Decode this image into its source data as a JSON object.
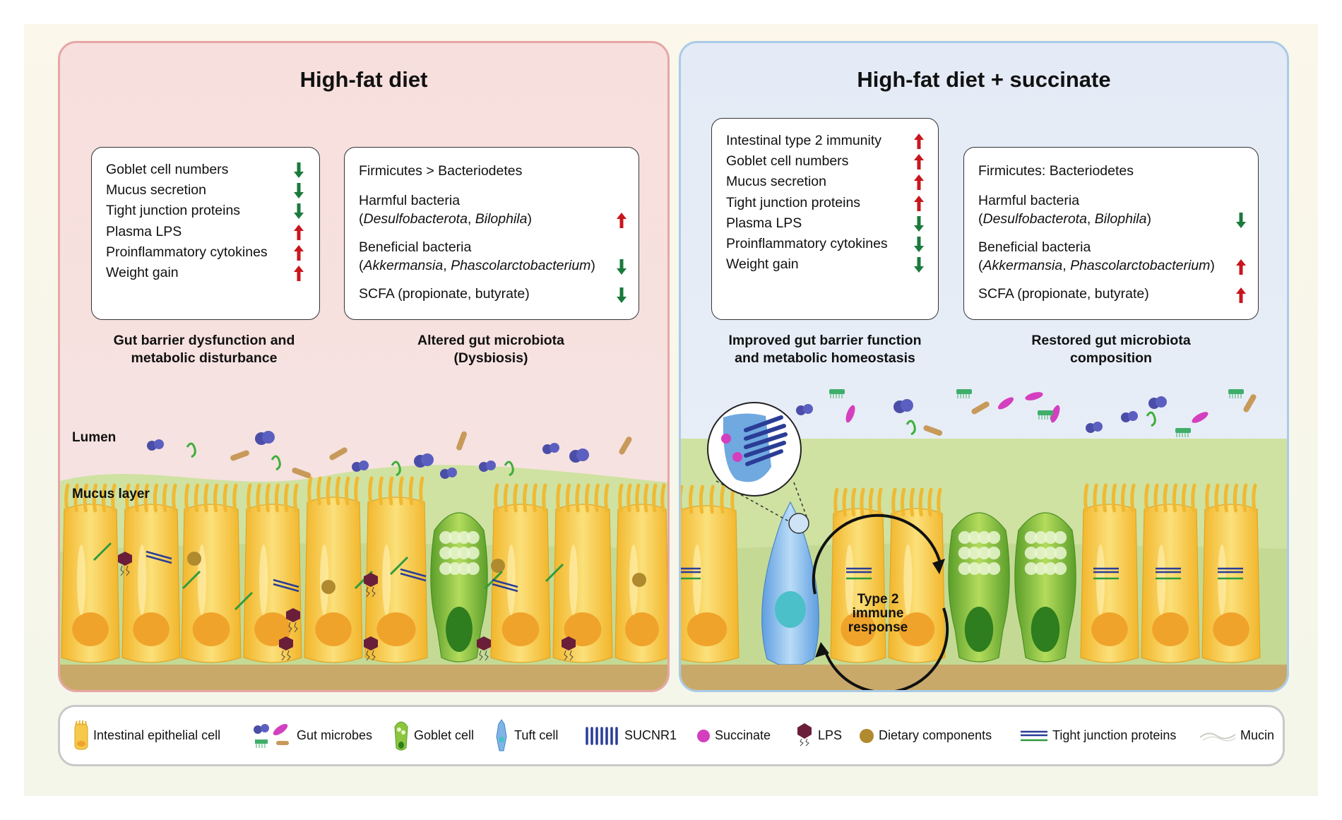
{
  "left_panel": {
    "title": "High-fat diet",
    "barrier_box": {
      "items": [
        {
          "label": "Goblet cell numbers",
          "direction": "down"
        },
        {
          "label": "Mucus secretion",
          "direction": "down"
        },
        {
          "label": "Tight junction proteins",
          "direction": "down"
        },
        {
          "label": "Plasma LPS",
          "direction": "up"
        },
        {
          "label": "Proinflammatory cytokines",
          "direction": "up"
        },
        {
          "label": "Weight gain",
          "direction": "up"
        }
      ],
      "caption_line1": "Gut barrier dysfunction and",
      "caption_line2": "metabolic disturbance"
    },
    "microbiota_box": {
      "ratio": "Firmicutes > Bacteriodetes",
      "harmful_label": "Harmful bacteria",
      "harmful_genera_a": "Desulfobacterota",
      "harmful_genera_b": "Bilophila",
      "harmful_direction": "up",
      "beneficial_label": "Beneficial bacteria",
      "beneficial_genera_a": "Akkermansia",
      "beneficial_genera_b": "Phascolarctobacterium",
      "beneficial_direction": "down",
      "scfa_label": "SCFA (propionate, butyrate)",
      "scfa_direction": "down",
      "caption_line1": "Altered gut microbiota",
      "caption_line2": "(Dysbiosis)"
    },
    "lumen_label": "Lumen",
    "mucus_label": "Mucus layer"
  },
  "right_panel": {
    "title": "High-fat diet + succinate",
    "barrier_box": {
      "items": [
        {
          "label": "Intestinal type 2 immunity",
          "direction": "up"
        },
        {
          "label": "Goblet cell numbers",
          "direction": "up"
        },
        {
          "label": "Mucus secretion",
          "direction": "up"
        },
        {
          "label": "Tight junction proteins",
          "direction": "up"
        },
        {
          "label": "Plasma LPS",
          "direction": "down"
        },
        {
          "label": "Proinflammatory cytokines",
          "direction": "down"
        },
        {
          "label": "Weight gain",
          "direction": "down"
        }
      ],
      "caption_line1": "Improved gut barrier function",
      "caption_line2": "and metabolic homeostasis"
    },
    "microbiota_box": {
      "ratio": "Firmicutes: Bacteriodetes",
      "harmful_label": "Harmful bacteria",
      "harmful_genera_a": "Desulfobacterota",
      "harmful_genera_b": "Bilophila",
      "harmful_direction": "down",
      "beneficial_label": "Beneficial bacteria",
      "beneficial_genera_a": "Akkermansia",
      "beneficial_genera_b": "Phascolarctobacterium",
      "beneficial_direction": "up",
      "scfa_label": "SCFA (propionate, butyrate)",
      "scfa_direction": "up",
      "caption_line1": "Restored gut microbiota",
      "caption_line2": "composition"
    },
    "immune_line1": "Type 2",
    "immune_line2": "immune",
    "immune_line3": "response"
  },
  "legend": [
    {
      "icon": "epithelial-cell-icon",
      "label": "Intestinal epithelial cell"
    },
    {
      "icon": "gut-microbes-icon",
      "label": "Gut microbes"
    },
    {
      "icon": "goblet-cell-icon",
      "label": "Goblet cell"
    },
    {
      "icon": "tuft-cell-icon",
      "label": "Tuft cell"
    },
    {
      "icon": "sucnr1-icon",
      "label": "SUCNR1"
    },
    {
      "icon": "succinate-icon",
      "label": "Succinate"
    },
    {
      "icon": "lps-icon",
      "label": "LPS"
    },
    {
      "icon": "dietary-components-icon",
      "label": "Dietary components"
    },
    {
      "icon": "tight-junction-icon",
      "label": "Tight junction proteins"
    },
    {
      "icon": "mucin-icon",
      "label": "Mucin"
    }
  ],
  "colors": {
    "up_arrow": "#c8161d",
    "down_arrow": "#1a7a3c",
    "left_panel_bg": "#f7dfdd",
    "right_panel_bg": "#e4ebf6",
    "mucus": "#cfe2a2",
    "epithelial": "#f7c94a",
    "goblet": "#8cc63f",
    "tuft": "#7fb4e6",
    "succinate": "#d43fbf",
    "microbe_blue": "#4b4ea8",
    "lps": "#6b1e3a",
    "dietary": "#b08a2e"
  }
}
